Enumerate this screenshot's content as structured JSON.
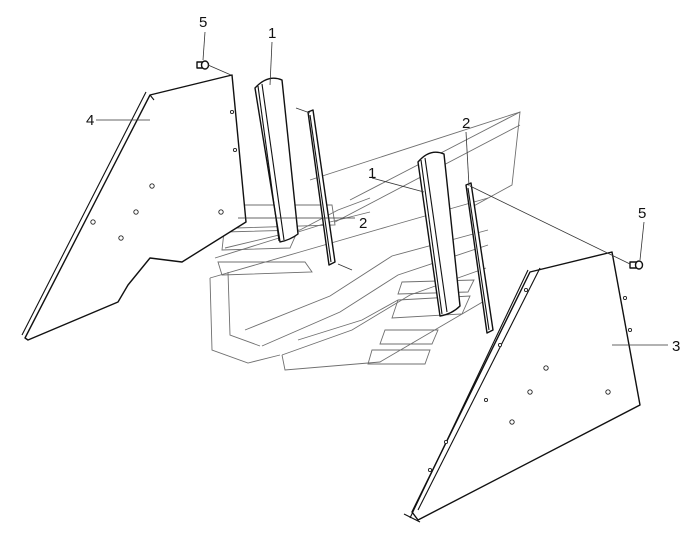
{
  "callouts": {
    "left_bolt": "5",
    "left_panel_strip": "1",
    "left_small_strip": "2",
    "left_panel": "4",
    "right_small_strip": "2",
    "right_panel_strip": "1",
    "right_bolt": "5",
    "right_panel": "3"
  }
}
